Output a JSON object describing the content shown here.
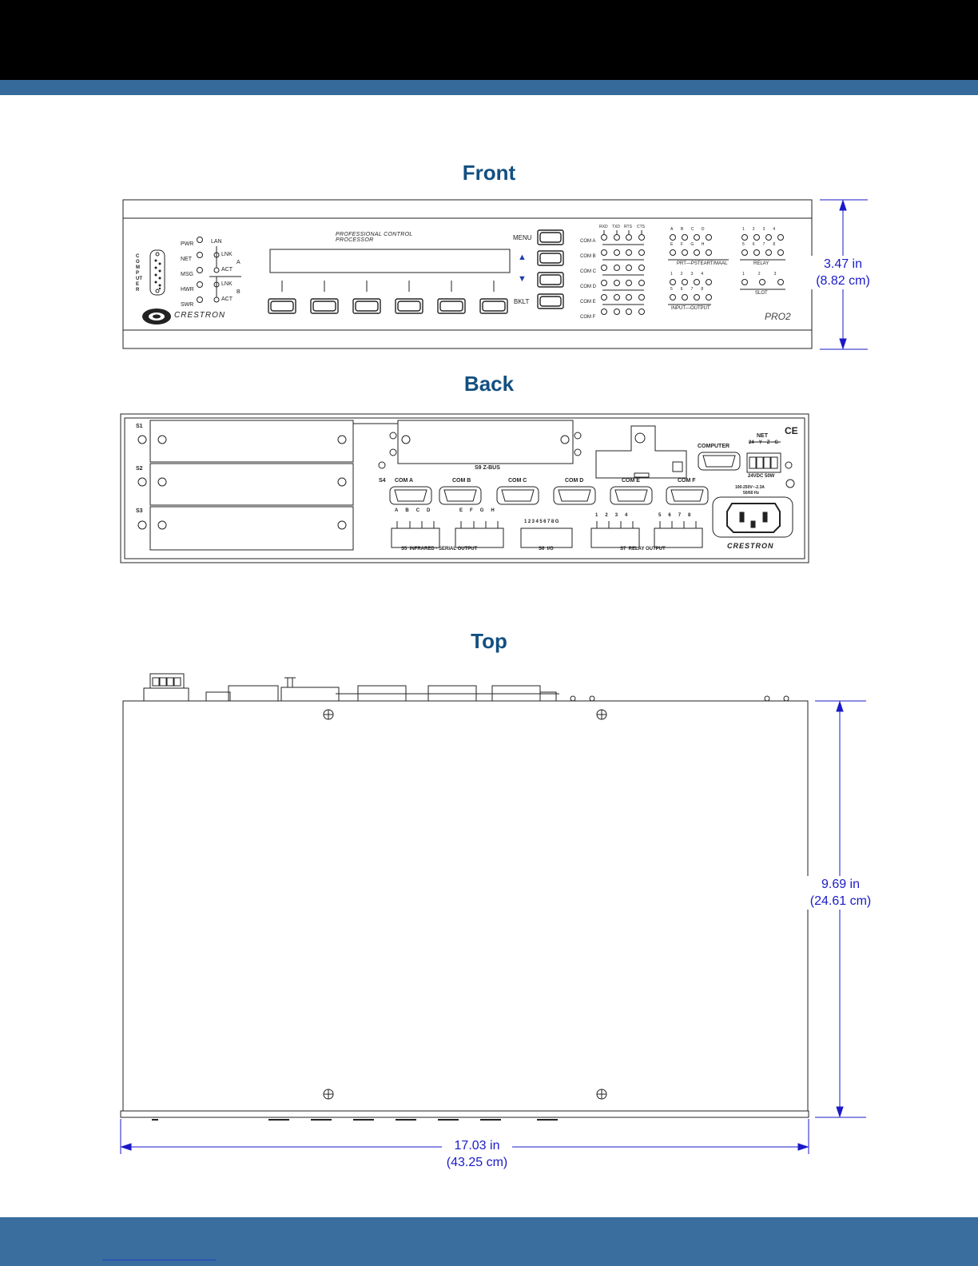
{
  "sections": {
    "front_title": "Front",
    "back_title": "Back",
    "top_title": "Top"
  },
  "front_panel": {
    "subtitle": "PROFESSIONAL CONTROL PROCESSOR",
    "computer_label": "COMPUTER",
    "brand": "CRESTRON",
    "model": "PRO2",
    "status_leds": [
      "PWR",
      "NET",
      "MSG",
      "HWR",
      "SWR"
    ],
    "lan_label": "LAN",
    "lan_a": [
      "LNK",
      "ACT"
    ],
    "lan_b": [
      "LNK",
      "ACT"
    ],
    "lan_a_tag": "A",
    "lan_b_tag": "B",
    "menu_labels": [
      "MENU",
      "▲",
      "▼",
      "BKLT"
    ],
    "com_ports": [
      "COM A",
      "COM B",
      "COM C",
      "COM D",
      "COM E",
      "COM F"
    ],
    "com_led_headers": [
      "RXD",
      "TXD",
      "RTS",
      "CTS"
    ],
    "ir_letters_top": [
      "A",
      "B",
      "C",
      "D"
    ],
    "ir_letters_bottom": [
      "E",
      "F",
      "G",
      "H"
    ],
    "ir_label": "PRT—PSTEART/MAAL",
    "relay_numbers_top": [
      "1",
      "2",
      "3",
      "4"
    ],
    "relay_numbers_bottom": [
      "5",
      "6",
      "7",
      "8"
    ],
    "relay_label": "RELAY",
    "io_numbers_top": [
      "1",
      "2",
      "3",
      "4"
    ],
    "io_numbers_bottom": [
      "5",
      "6",
      "7",
      "8"
    ],
    "io_label": "INPUT—OUTPUT",
    "slot_numbers": [
      "1",
      "2",
      "3"
    ],
    "slot_label": "SLOT"
  },
  "back_panel": {
    "slots": [
      "S1",
      "S2",
      "S3"
    ],
    "zbus": "S9 Z-BUS",
    "s4": "S4",
    "com_ports": [
      "COM A",
      "COM B",
      "COM C",
      "COM D",
      "COM E",
      "COM F"
    ],
    "computer": "COMPUTER",
    "net_label": "NET",
    "net_pins": [
      "24",
      "Y",
      "Z",
      "G"
    ],
    "power_dc": "24VDC 50W",
    "power_ac": "100-250V~-2.3A",
    "power_hz": "50/60 Hz",
    "ce": "CE",
    "ir_letters": [
      "A",
      "B",
      "C",
      "D",
      "E",
      "F",
      "G",
      "H"
    ],
    "io_digits": "12345678G",
    "relay_numbers": [
      "1",
      "2",
      "3",
      "4",
      "5",
      "6",
      "7",
      "8"
    ],
    "s5": "S5  INFRARED - SERIAL OUTPUT",
    "s6": "S6  I/O",
    "s7": "S7  RELAY OUTPUT",
    "brand": "CRESTRON"
  },
  "dimensions": {
    "height_in": "3.47 in",
    "height_cm": "(8.82 cm)",
    "depth_in": "9.69 in",
    "depth_cm": "(24.61 cm)",
    "width_in": "17.03 in",
    "width_cm": "(43.25 cm)"
  },
  "colors": {
    "header": "#000000",
    "band": "#356a9b",
    "title": "#134f80",
    "dimension": "#1a1ac8"
  }
}
